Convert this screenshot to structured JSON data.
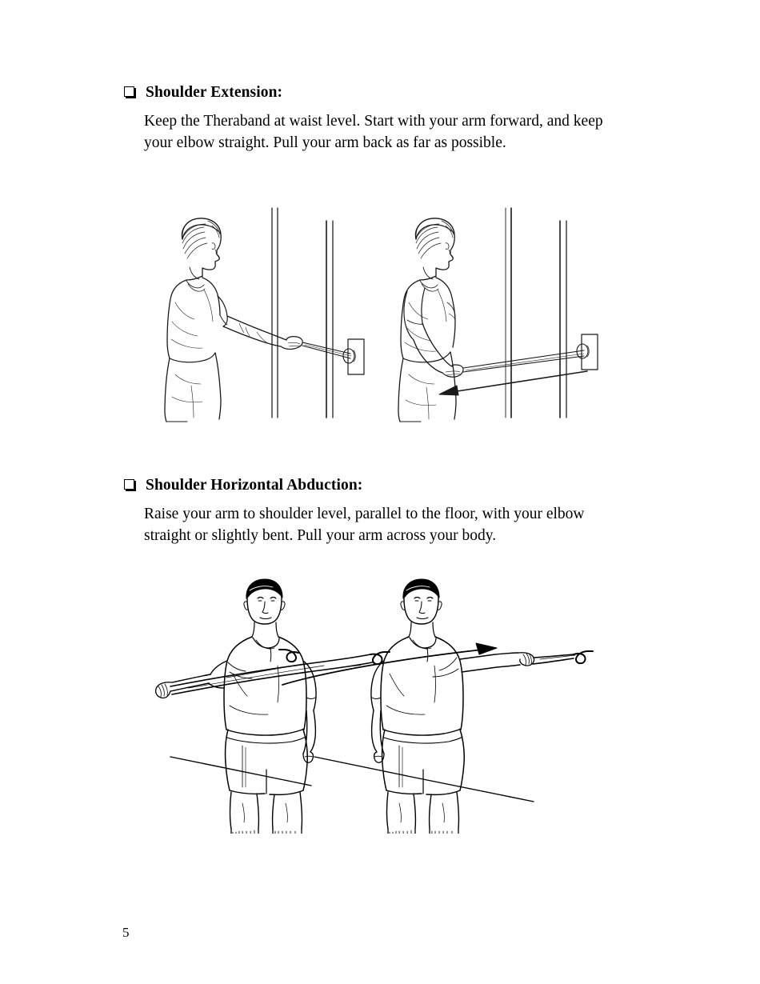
{
  "document": {
    "page_number": "5",
    "background_color": "#ffffff",
    "ink_color": "#000000"
  },
  "exercises": [
    {
      "bullet": "hollow-square-shadow",
      "heading": "Shoulder Extension:",
      "body": "Keep the Theraband at waist level. Start with your arm forward, and keep your elbow straight. Pull your arm back as far as possible.",
      "figure": {
        "name": "shoulder-extension-illustration",
        "caption": "",
        "panels": [
          {
            "label": "start-position",
            "subject": "woman standing in profile facing a door",
            "elements": [
              "woman-profile-figure",
              "door-frame",
              "door-knob-anchor",
              "theraband"
            ]
          },
          {
            "label": "end-position",
            "subject": "woman with arm pulled back behind her",
            "elements": [
              "woman-profile-figure",
              "door-frame",
              "door-knob-anchor",
              "theraband",
              "motion-arrow-left"
            ]
          }
        ]
      }
    },
    {
      "bullet": "hollow-square-shadow",
      "heading": "Shoulder Horizontal Abduction:",
      "body": "Raise your arm to shoulder level, parallel to the floor, with your elbow straight or slightly bent. Pull your arm across your body.",
      "figure": {
        "name": "shoulder-horizontal-abduction-illustration",
        "caption": "",
        "panels": [
          {
            "label": "start-position",
            "subject": "man facing forward with right arm extended out to the side",
            "elements": [
              "man-front-figure",
              "theraband",
              "band-hook-anchor",
              "floor-line"
            ]
          },
          {
            "label": "end-position",
            "subject": "man with arm pulled across his body",
            "elements": [
              "man-front-figure",
              "theraband",
              "band-hook-anchor",
              "floor-line",
              "motion-arrow-right"
            ]
          }
        ]
      }
    }
  ]
}
